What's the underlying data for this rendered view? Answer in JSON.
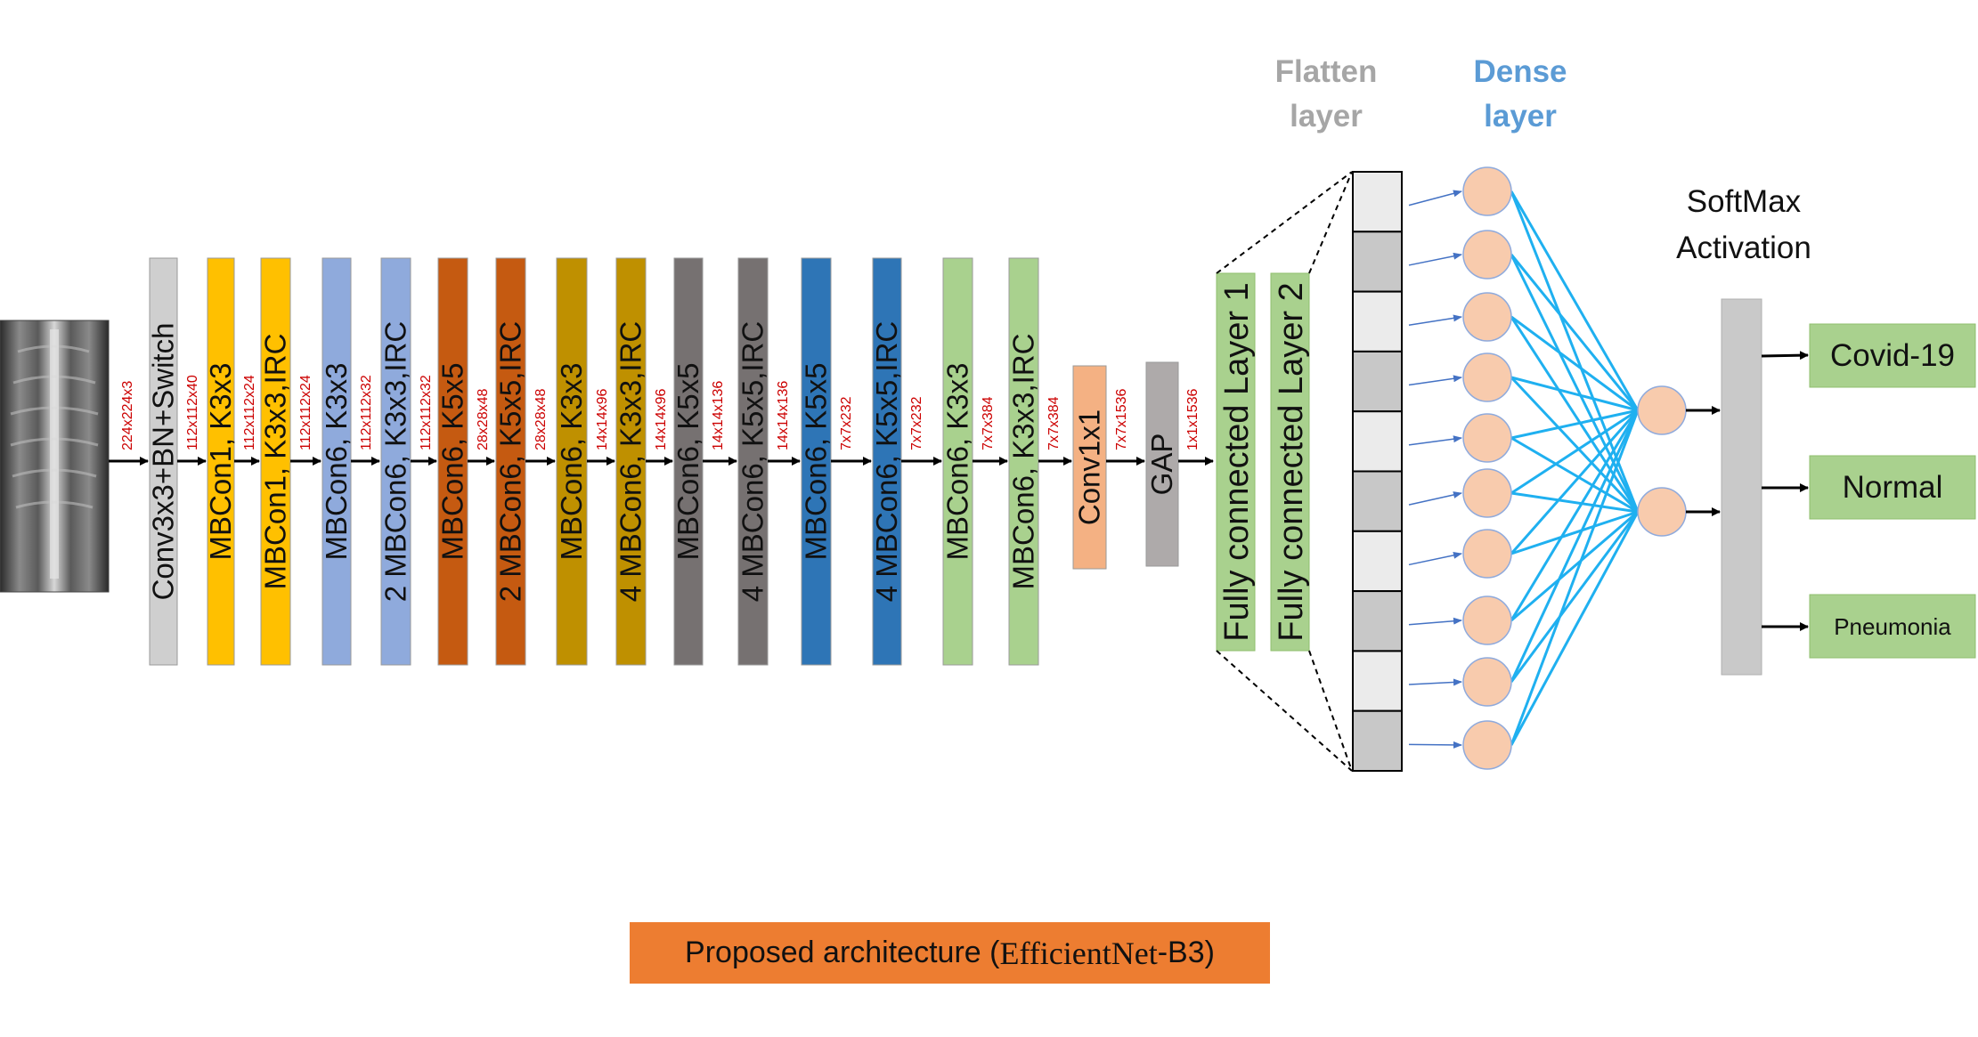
{
  "blocks": [
    {
      "label": "Conv3x3+BN+Switch",
      "dim": "224x224x3",
      "color": "#cfcfcf"
    },
    {
      "label": "MBCon1, K3x3",
      "dim": "112x112x40",
      "color": "#ffc000"
    },
    {
      "label": "MBCon1, K3x3,IRC",
      "dim": "112x112x24",
      "color": "#ffc000"
    },
    {
      "label": "MBCon6, K3x3",
      "dim": "112x112x24",
      "color": "#8faadc"
    },
    {
      "label": "2 MBCon6, K3x3,IRC",
      "dim": "112x112x32",
      "color": "#8faadc"
    },
    {
      "label": "MBCon6, K5x5",
      "dim": "112x112x32",
      "color": "#c55a11"
    },
    {
      "label": "2 MBCon6, K5x5,IRC",
      "dim": "28x28x48",
      "color": "#c55a11"
    },
    {
      "label": "MBCon6, K3x3",
      "dim": "28x28x48",
      "color": "#bf9000"
    },
    {
      "label": "4 MBCon6, K3x3,IRC",
      "dim": "14x14x96",
      "color": "#bf9000"
    },
    {
      "label": "MBCon6, K5x5",
      "dim": "14x14x96",
      "color": "#767171"
    },
    {
      "label": "4 MBCon6, K5x5,IRC",
      "dim": "14x14x136",
      "color": "#767171"
    },
    {
      "label": "MBCon6, K5x5",
      "dim": "14x14x136",
      "color": "#2e75b6"
    },
    {
      "label": "4 MBCon6, K5x5,IRC",
      "dim": "7x7x232",
      "color": "#2e75b6"
    },
    {
      "label": "MBCon6, K3x3",
      "dim": "7x7x232",
      "color": "#a9d18e"
    },
    {
      "label": "MBCon6, K3x3,IRC",
      "dim": "7x7x384",
      "color": "#a9d18e"
    },
    {
      "label": "Conv1x1",
      "dim": "7x7x384",
      "color": "#f4b183"
    },
    {
      "label": "GAP",
      "dim": "7x7x1536",
      "color": "#aeaaaa"
    }
  ],
  "gap_output_dim": "1x1x1536",
  "fc_layers": [
    "Fully connected Layer 1",
    "Fully connected Layer 2"
  ],
  "headers": {
    "flatten": [
      "Flatten",
      "layer"
    ],
    "dense": [
      "Dense",
      "layer"
    ],
    "softmax": [
      "SoftMax",
      "Activation"
    ]
  },
  "flatten_cell_count": 10,
  "dense_node_count": 10,
  "output_node_count": 2,
  "outputs": [
    "Covid-19",
    "Normal",
    "Pneumonia"
  ],
  "caption": {
    "prefix": "Proposed architecture (",
    "model": "EfficientNet",
    "suffix": "-B3)"
  },
  "colors": {
    "fc": "#a9d18e",
    "output_box": "#a9d18e",
    "neuron": "#f8cbad",
    "connection": "#1fb0f0",
    "arrow_blue": "#4472c4",
    "caption_bg": "#ed7d31",
    "dim_text": "#cc0000"
  }
}
